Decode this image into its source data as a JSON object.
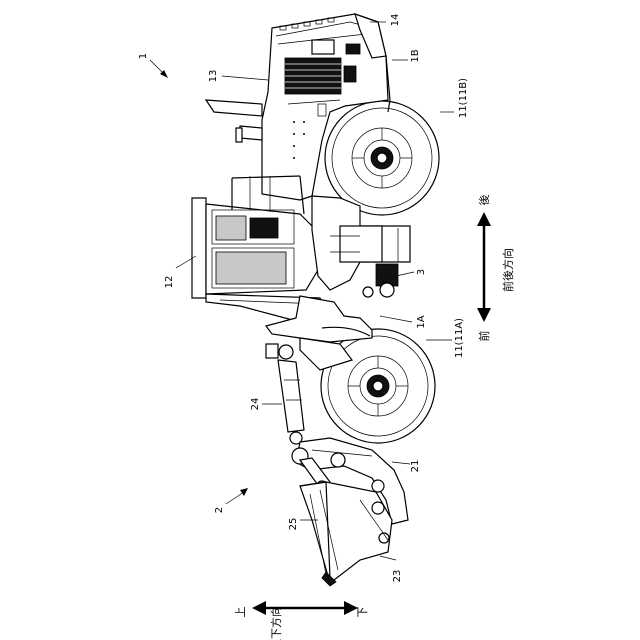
{
  "labels": {
    "vehicle": "1",
    "front_frame": "1A",
    "rear_frame": "1B",
    "work_machine": "2",
    "joint": "3",
    "front_wheel": "11(11A)",
    "rear_wheel": "11(11B)",
    "cab": "12",
    "engine_hood": "13",
    "rear_part": "14",
    "boom": "21",
    "bucket": "23",
    "boom_cylinder": "24",
    "bucket_link": "25"
  },
  "directions": {
    "front_back": {
      "front": "前",
      "back": "後",
      "caption": "前後方向"
    },
    "up_down": {
      "up": "上",
      "down": "下",
      "caption": "上下方向"
    }
  }
}
